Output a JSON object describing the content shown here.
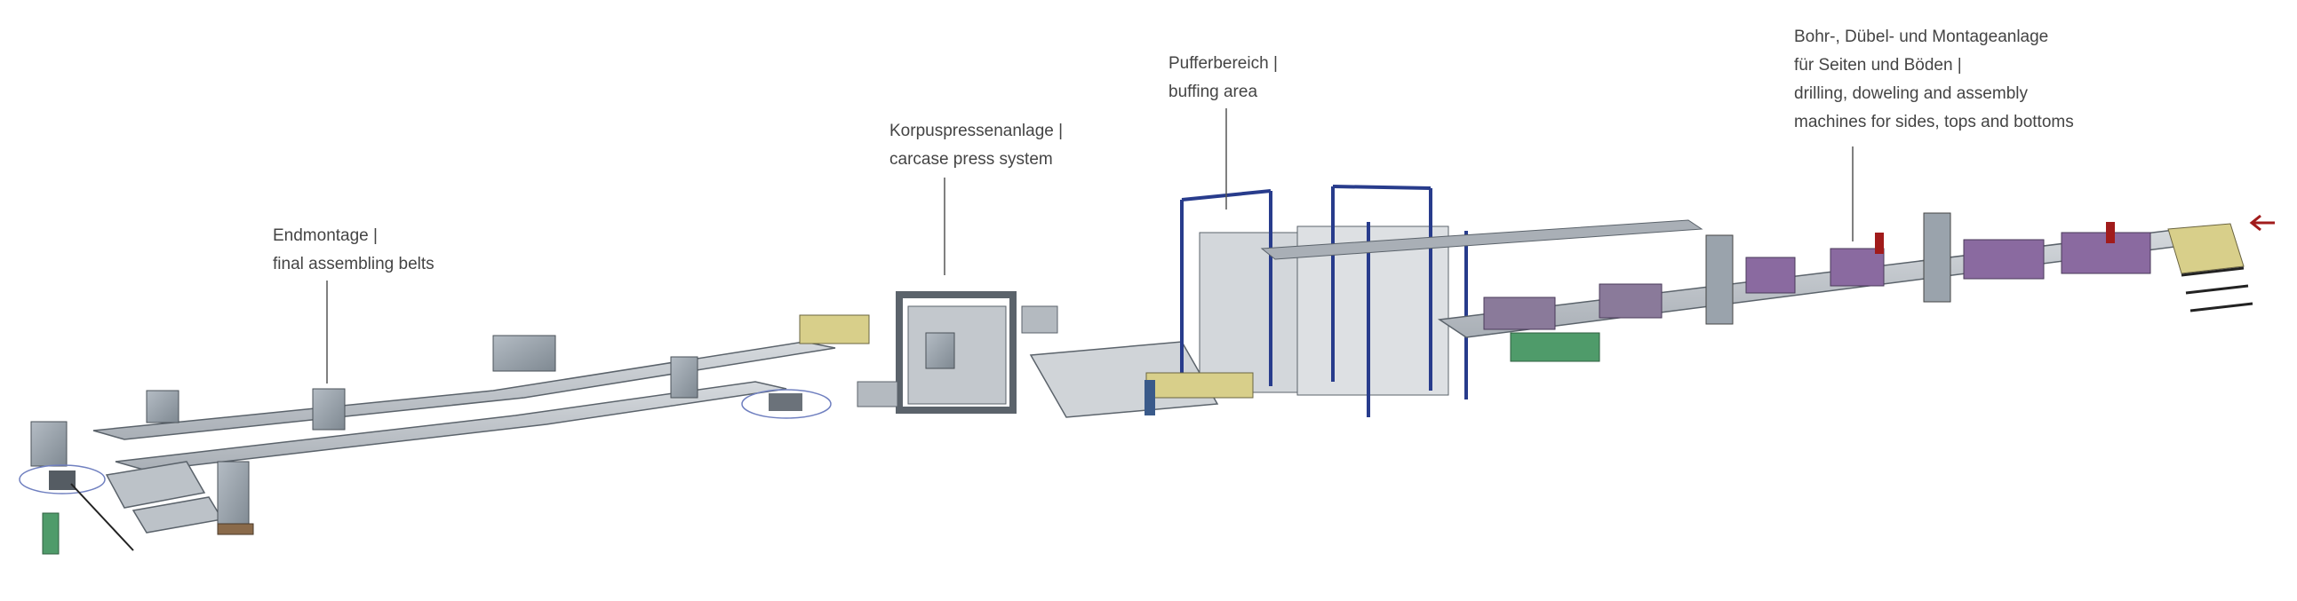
{
  "labels": {
    "final_assembly": {
      "line1": "Endmontage |",
      "line2": "final assembling belts"
    },
    "press": {
      "line1": "Korpuspressenanlage |",
      "line2": "carcase press system"
    },
    "buffer": {
      "line1": "Pufferbereich |",
      "line2": "buffing area"
    },
    "drilling": {
      "line1": "Bohr-, Dübel- und Montageanlage",
      "line2": "für Seiten und Böden |",
      "line3": "drilling, doweling and assembly",
      "line4": "machines for sides, tops and bottoms"
    }
  },
  "colors": {
    "belt": "#c8ccd1",
    "machine": "#9aa3ac",
    "frame": "#283c8c",
    "feed_arrow": "#a11b1b",
    "accent_green": "#4f9b6a",
    "accent_purple": "#8a6aa0",
    "accent_yellow": "#d8cf8a",
    "leader": "#555555"
  },
  "icons": {
    "feed_direction": "arrow-left-icon"
  }
}
